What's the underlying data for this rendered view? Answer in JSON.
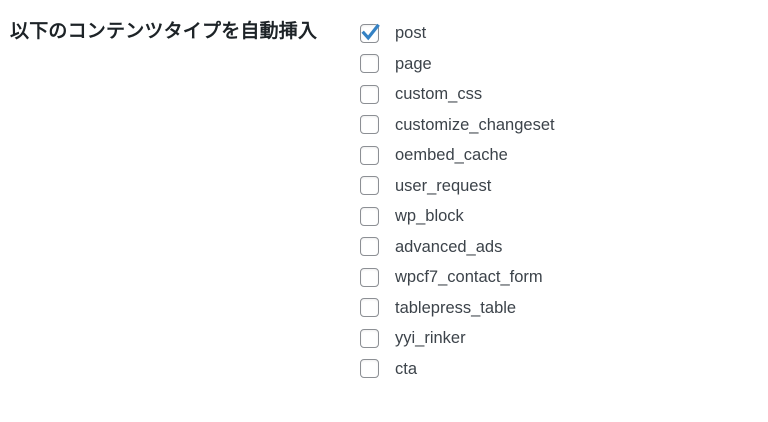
{
  "field": {
    "label": "以下のコンテンツタイプを自動挿入"
  },
  "colors": {
    "checkbox_border": "#8c8f94",
    "checkmark": "#3582c4",
    "label_text": "#3c434a",
    "field_label_text": "#1d2327",
    "background": "#ffffff"
  },
  "content_types": [
    {
      "value": "post",
      "label": "post",
      "checked": true,
      "icon": "checkmark-icon"
    },
    {
      "value": "page",
      "label": "page",
      "checked": false,
      "icon": "checkmark-icon"
    },
    {
      "value": "custom_css",
      "label": "custom_css",
      "checked": false,
      "icon": "checkmark-icon"
    },
    {
      "value": "customize_changeset",
      "label": "customize_changeset",
      "checked": false,
      "icon": "checkmark-icon"
    },
    {
      "value": "oembed_cache",
      "label": "oembed_cache",
      "checked": false,
      "icon": "checkmark-icon"
    },
    {
      "value": "user_request",
      "label": "user_request",
      "checked": false,
      "icon": "checkmark-icon"
    },
    {
      "value": "wp_block",
      "label": "wp_block",
      "checked": false,
      "icon": "checkmark-icon"
    },
    {
      "value": "advanced_ads",
      "label": "advanced_ads",
      "checked": false,
      "icon": "checkmark-icon"
    },
    {
      "value": "wpcf7_contact_form",
      "label": "wpcf7_contact_form",
      "checked": false,
      "icon": "checkmark-icon"
    },
    {
      "value": "tablepress_table",
      "label": "tablepress_table",
      "checked": false,
      "icon": "checkmark-icon"
    },
    {
      "value": "yyi_rinker",
      "label": "yyi_rinker",
      "checked": false,
      "icon": "checkmark-icon"
    },
    {
      "value": "cta",
      "label": "cta",
      "checked": false,
      "icon": "checkmark-icon"
    }
  ]
}
